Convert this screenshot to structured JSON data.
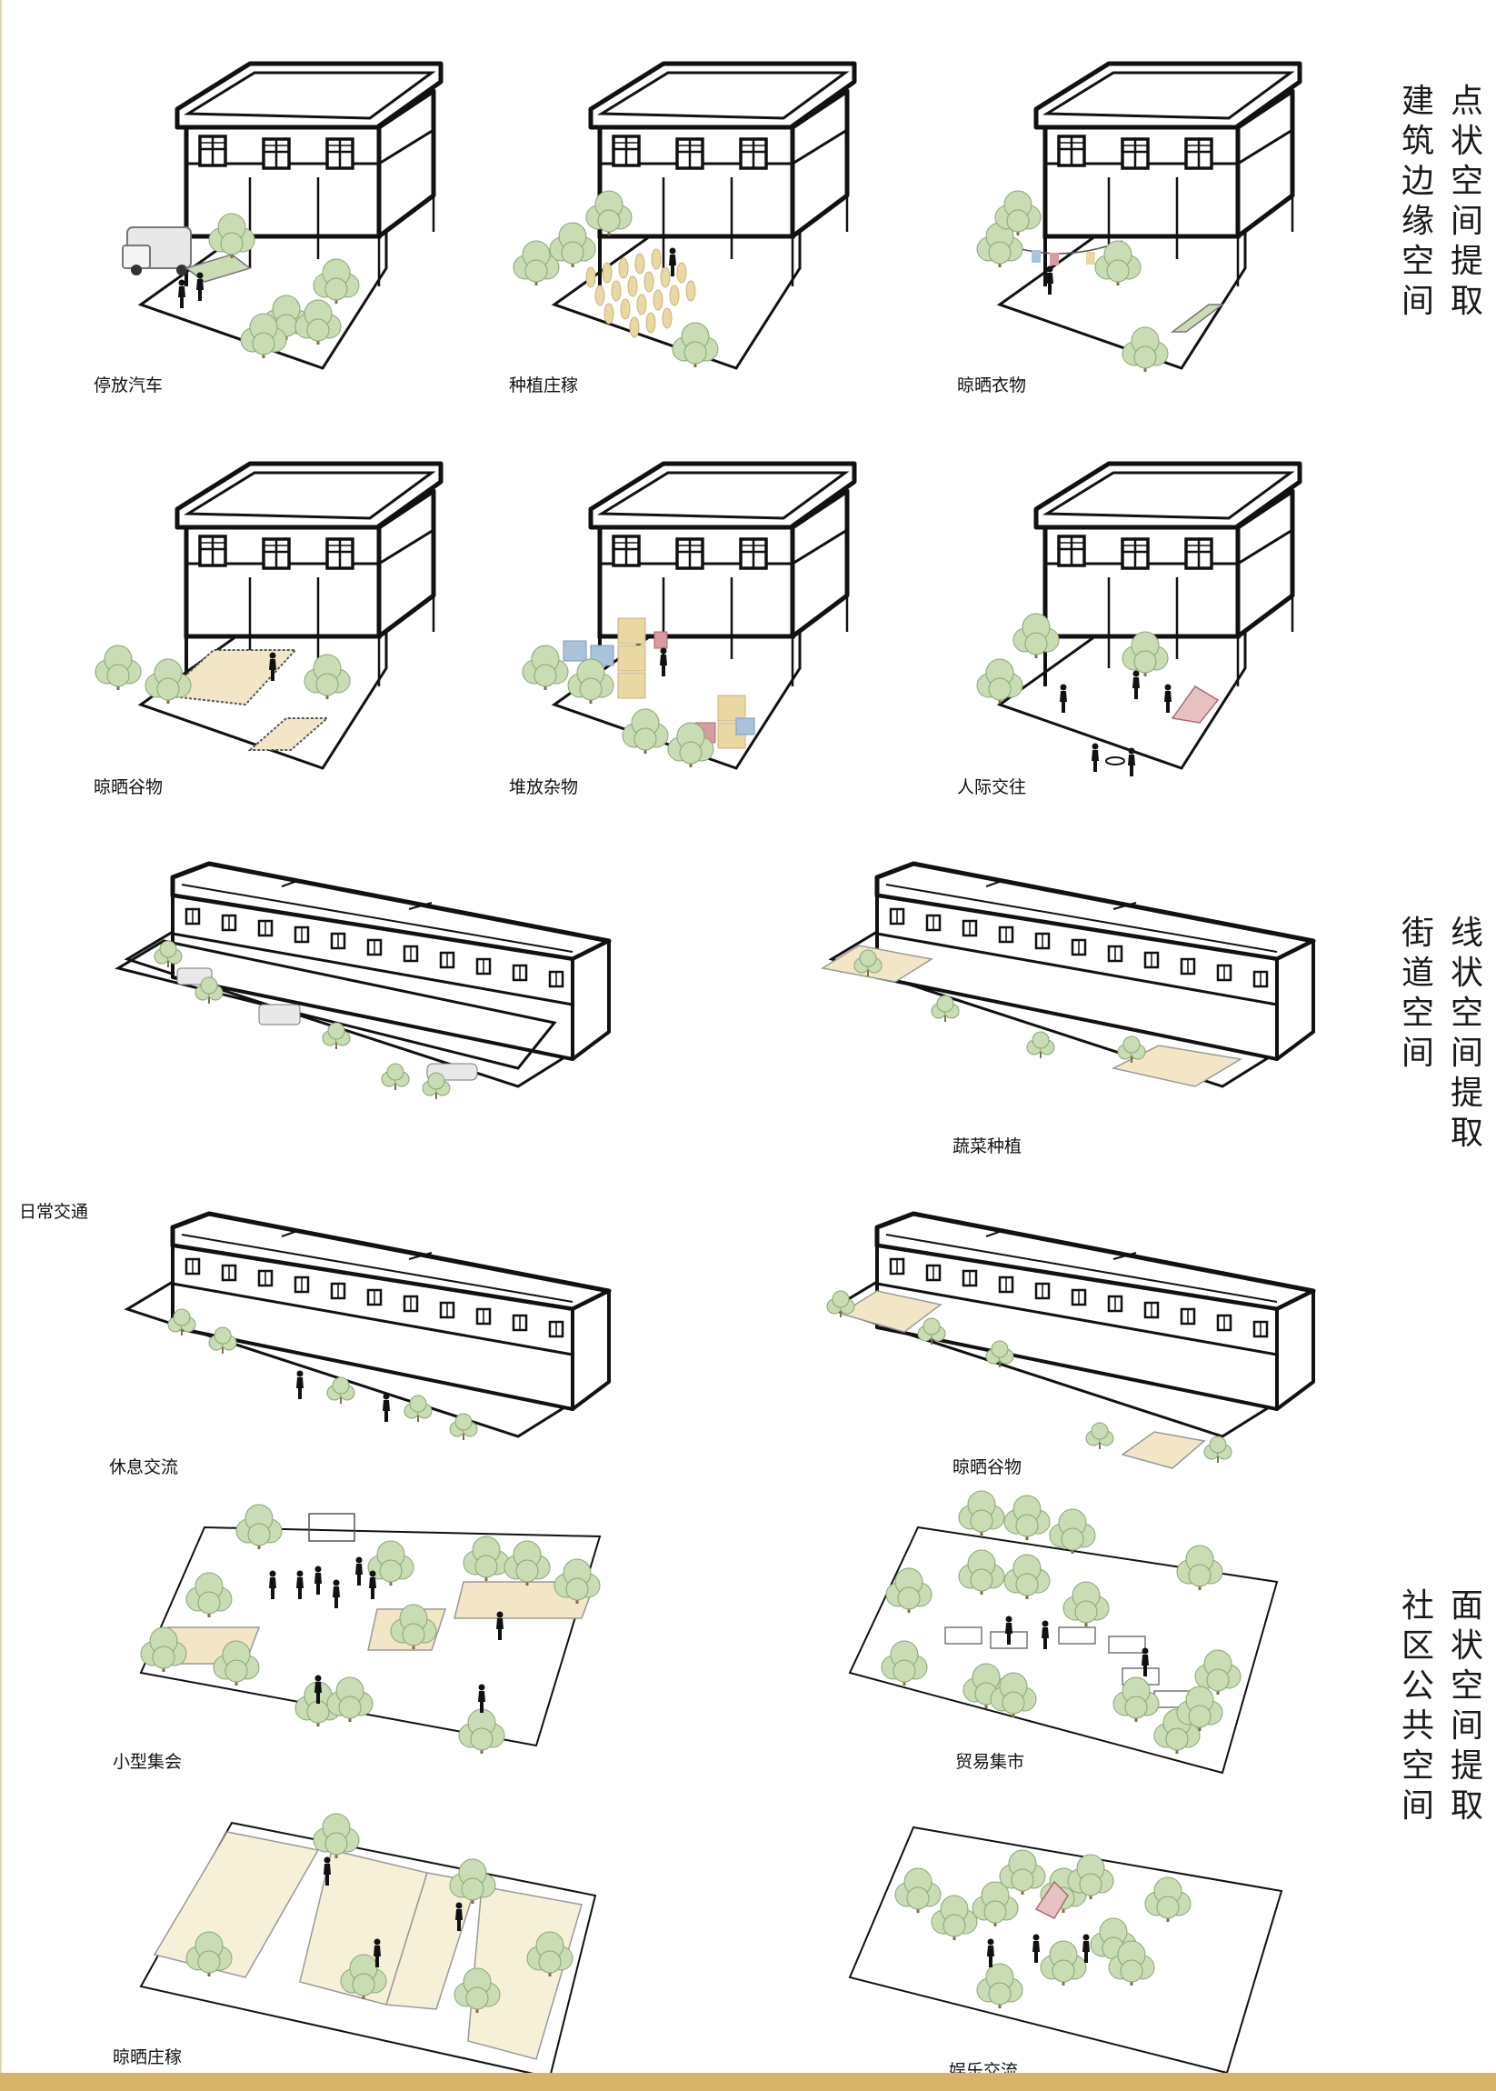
{
  "sections": {
    "point": {
      "title_line1": "点状空间提取",
      "title_line2": "建筑边缘空间"
    },
    "linear": {
      "title_line1": "线状空间提取",
      "title_line2": "街道空间"
    },
    "area": {
      "title_line1": "面状空间提取",
      "title_line2": "社区公共空间"
    }
  },
  "point_panels": [
    {
      "label": "停放汽车"
    },
    {
      "label": "种植庄稼"
    },
    {
      "label": "晾晒衣物"
    },
    {
      "label": "晾晒谷物"
    },
    {
      "label": "堆放杂物"
    },
    {
      "label": "人际交往"
    }
  ],
  "linear_panels": [
    {
      "label": "日常交通"
    },
    {
      "label": "蔬菜种植"
    },
    {
      "label": "休息交流"
    },
    {
      "label": "晾晒谷物"
    }
  ],
  "area_panels": [
    {
      "label": "小型集会"
    },
    {
      "label": "贸易集市"
    },
    {
      "label": "晾晒庄稼"
    },
    {
      "label": "娱乐交流"
    }
  ],
  "colors": {
    "tree": "#c9dcb3",
    "ground_highlight": "#f2e6c6",
    "crop": "#ead8a2",
    "box_blue": "#a9c3dd",
    "box_pink": "#d99aa0",
    "accent_band": "#d7b46a"
  }
}
